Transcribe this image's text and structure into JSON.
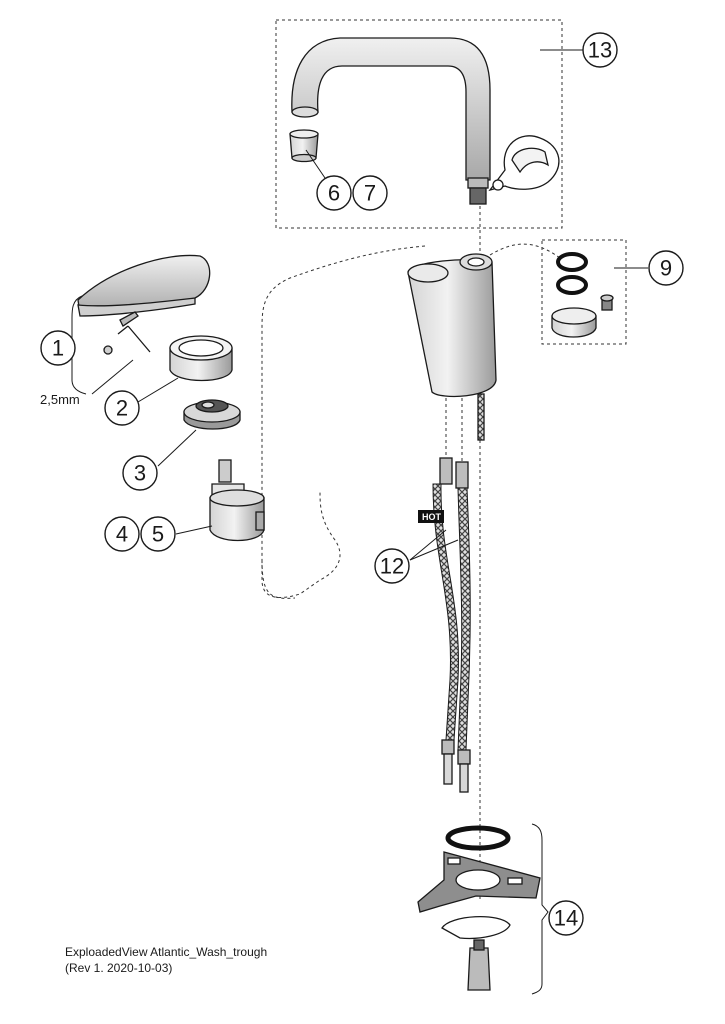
{
  "callouts": {
    "c1": "1",
    "c2": "2",
    "c3": "3",
    "c4": "4",
    "c5": "5",
    "c6": "6",
    "c7": "7",
    "c9": "9",
    "c12": "12",
    "c13": "13",
    "c14": "14"
  },
  "labels": {
    "hex_key_size": "2,5mm",
    "hot_tag": "HOT"
  },
  "footer": {
    "title": "ExploadedView Atlantic_Wash_trough",
    "revision": "(Rev 1. 2020-10-03)"
  }
}
